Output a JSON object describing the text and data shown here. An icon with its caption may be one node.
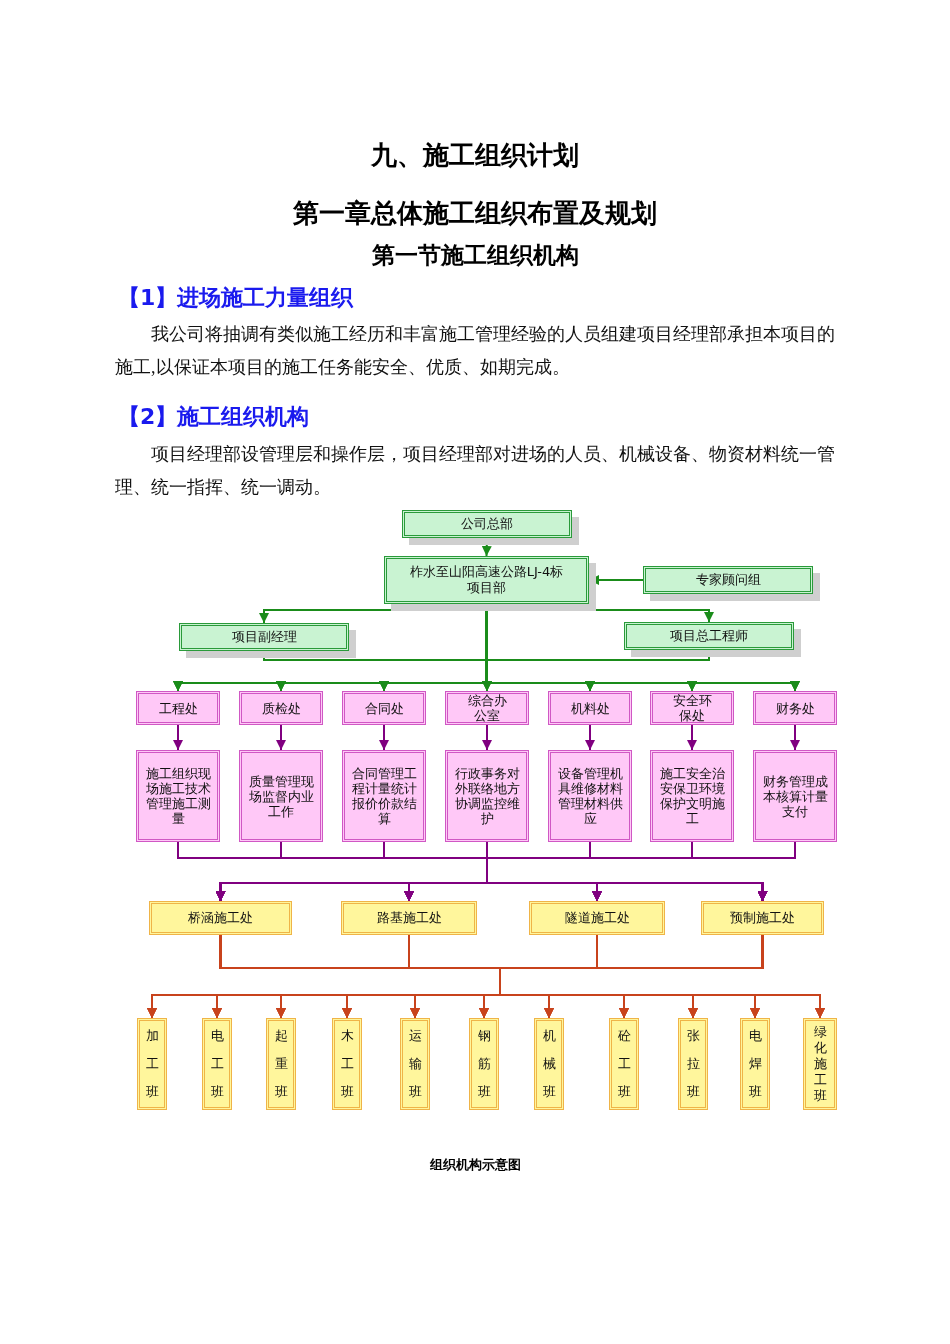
{
  "diagram": {
    "title": "九、施工组织计划",
    "labels": [
      "第一章总体施工组织布置及规划",
      "第一节施工组织机构",
      "【1】进场施工力量组织",
      "我公司将抽调有类似施工经历和丰富施工管理经验的人员组建项目经理部承担本项目的施工,以保证本项目的施工任务能安全、优质、如期完成。",
      "【2】施工组织机构",
      "项目经理部设管理层和操作层，项目经理部对进场的人员、机械设备、物资材料统一管理、统一指挥、统一调动。"
    ],
    "caption": "组织机构示意图",
    "nodes": [
      {
        "text": [
          "公司总部"
        ]
      },
      {
        "text": [
          "柞水至山阳高速公路LJ-4标项目部"
        ]
      },
      {
        "text": [
          "专家顾问组"
        ]
      },
      {
        "text": [
          "项目副经理"
        ]
      },
      {
        "text": [
          "项目总工程师"
        ]
      },
      {
        "text": [
          "工程处"
        ]
      },
      {
        "text": [
          "质检处"
        ]
      },
      {
        "text": [
          "合同处"
        ]
      },
      {
        "text": [
          "综合办公室"
        ]
      },
      {
        "text": [
          "机料处"
        ]
      },
      {
        "text": [
          "安全环保处"
        ]
      },
      {
        "text": [
          "财务处"
        ]
      },
      {
        "text": [
          "施工组织现场施工技术管理施工测量"
        ]
      },
      {
        "text": [
          "质量管理现场监督内业工作"
        ]
      },
      {
        "text": [
          "合同管理工程计量统计报价价款结算"
        ]
      },
      {
        "text": [
          "行政事务对外联络地方协调监控维护"
        ]
      },
      {
        "text": [
          "设备管理机具维修材料管理材料供应"
        ]
      },
      {
        "text": [
          "施工安全治安保卫环境保护文明施工"
        ]
      },
      {
        "text": [
          "财务管理成本核算计量支付"
        ]
      },
      {
        "text": [
          "桥涵施工处"
        ]
      },
      {
        "text": [
          "路基施工处"
        ]
      },
      {
        "text": [
          "隧道施工处"
        ]
      },
      {
        "text": [
          "预制施工处"
        ]
      },
      {
        "text": [
          "加工班"
        ]
      },
      {
        "text": [
          "电工班"
        ]
      },
      {
        "text": [
          "起重班"
        ]
      },
      {
        "text": [
          "木工班"
        ]
      },
      {
        "text": [
          "运输班"
        ]
      },
      {
        "text": [
          "钢筋班"
        ]
      },
      {
        "text": [
          "机械班"
        ]
      },
      {
        "text": [
          "砼工班"
        ]
      },
      {
        "text": [
          "张拉班"
        ]
      },
      {
        "text": [
          "电焊班"
        ]
      },
      {
        "text": [
          "绿化施工班"
        ]
      }
    ],
    "edges": [
      {
        "from": 0,
        "to": 1,
        "arrow": "to",
        "color": "#1a8c1a"
      },
      {
        "from": 2,
        "to": 1,
        "arrow": "to",
        "color": "#1a8c1a"
      },
      {
        "from": 1,
        "to": 3,
        "arrow": "to",
        "color": "#1a8c1a"
      },
      {
        "from": 1,
        "to": 4,
        "arrow": "to",
        "color": "#1a8c1a"
      },
      {
        "from": 1,
        "to": 5,
        "arrow": "to",
        "color": "#1a8c1a"
      },
      {
        "from": 1,
        "to": 6,
        "arrow": "to",
        "color": "#1a8c1a"
      },
      {
        "from": 1,
        "to": 7,
        "arrow": "to",
        "color": "#1a8c1a"
      },
      {
        "from": 1,
        "to": 8,
        "arrow": "to",
        "color": "#1a8c1a"
      },
      {
        "from": 1,
        "to": 9,
        "arrow": "to",
        "color": "#1a8c1a"
      },
      {
        "from": 1,
        "to": 10,
        "arrow": "to",
        "color": "#1a8c1a"
      },
      {
        "from": 1,
        "to": 11,
        "arrow": "to",
        "color": "#1a8c1a"
      },
      {
        "from": 3,
        "to": 5,
        "arrow": "to",
        "color": "#1a8c1a"
      },
      {
        "from": 3,
        "to": 6,
        "arrow": "to",
        "color": "#1a8c1a"
      },
      {
        "from": 3,
        "to": 7,
        "arrow": "to",
        "color": "#1a8c1a"
      },
      {
        "from": 3,
        "to": 8,
        "arrow": "to",
        "color": "#1a8c1a"
      },
      {
        "from": 3,
        "to": 9,
        "arrow": "to",
        "color": "#1a8c1a"
      },
      {
        "from": 3,
        "to": 10,
        "arrow": "to",
        "color": "#1a8c1a"
      },
      {
        "from": 3,
        "to": 11,
        "arrow": "to",
        "color": "#1a8c1a"
      },
      {
        "from": 4,
        "to": 5,
        "arrow": "to",
        "color": "#1a8c1a"
      },
      {
        "from": 4,
        "to": 6,
        "arrow": "to",
        "color": "#1a8c1a"
      },
      {
        "from": 4,
        "to": 7,
        "arrow": "to",
        "color": "#1a8c1a"
      },
      {
        "from": 4,
        "to": 8,
        "arrow": "to",
        "color": "#1a8c1a"
      },
      {
        "from": 4,
        "to": 9,
        "arrow": "to",
        "color": "#1a8c1a"
      },
      {
        "from": 4,
        "to": 10,
        "arrow": "to",
        "color": "#1a8c1a"
      },
      {
        "from": 4,
        "to": 11,
        "arrow": "to",
        "color": "#1a8c1a"
      },
      {
        "from": 5,
        "to": 12,
        "arrow": "to",
        "color": "#800080"
      },
      {
        "from": 6,
        "to": 13,
        "arrow": "to",
        "color": "#800080"
      },
      {
        "from": 7,
        "to": 14,
        "arrow": "to",
        "color": "#800080"
      },
      {
        "from": 8,
        "to": 15,
        "arrow": "to",
        "color": "#800080"
      },
      {
        "from": 9,
        "to": 16,
        "arrow": "to",
        "color": "#800080"
      },
      {
        "from": 10,
        "to": 17,
        "arrow": "to",
        "color": "#800080"
      },
      {
        "from": 11,
        "to": 18,
        "arrow": "to",
        "color": "#800080"
      },
      {
        "from": 12,
        "to": 19,
        "arrow": "to",
        "color": "#800080"
      },
      {
        "from": 12,
        "to": 20,
        "arrow": "to",
        "color": "#800080"
      },
      {
        "from": 12,
        "to": 21,
        "arrow": "to",
        "color": "#800080"
      },
      {
        "from": 12,
        "to": 22,
        "arrow": "to",
        "color": "#800080"
      },
      {
        "from": 13,
        "to": 19,
        "arrow": "to",
        "color": "#800080"
      },
      {
        "from": 13,
        "to": 20,
        "arrow": "to",
        "color": "#800080"
      },
      {
        "from": 13,
        "to": 21,
        "arrow": "to",
        "color": "#800080"
      },
      {
        "from": 13,
        "to": 22,
        "arrow": "to",
        "color": "#800080"
      },
      {
        "from": 14,
        "to": 19,
        "arrow": "to",
        "color": "#800080"
      },
      {
        "from": 14,
        "to": 20,
        "arrow": "to",
        "color": "#800080"
      },
      {
        "from": 14,
        "to": 21,
        "arrow": "to",
        "color": "#800080"
      },
      {
        "from": 14,
        "to": 22,
        "arrow": "to",
        "color": "#800080"
      },
      {
        "from": 15,
        "to": 19,
        "arrow": "to",
        "color": "#800080"
      },
      {
        "from": 15,
        "to": 20,
        "arrow": "to",
        "color": "#800080"
      },
      {
        "from": 15,
        "to": 21,
        "arrow": "to",
        "color": "#800080"
      },
      {
        "from": 15,
        "to": 22,
        "arrow": "to",
        "color": "#800080"
      },
      {
        "from": 16,
        "to": 19,
        "arrow": "to",
        "color": "#800080"
      },
      {
        "from": 16,
        "to": 20,
        "arrow": "to",
        "color": "#800080"
      },
      {
        "from": 16,
        "to": 21,
        "arrow": "to",
        "color": "#800080"
      },
      {
        "from": 16,
        "to": 22,
        "arrow": "to",
        "color": "#800080"
      },
      {
        "from": 17,
        "to": 19,
        "arrow": "to",
        "color": "#800080"
      },
      {
        "from": 17,
        "to": 20,
        "arrow": "to",
        "color": "#800080"
      },
      {
        "from": 17,
        "to": 21,
        "arrow": "to",
        "color": "#800080"
      },
      {
        "from": 17,
        "to": 22,
        "arrow": "to",
        "color": "#800080"
      },
      {
        "from": 18,
        "to": 19,
        "arrow": "to",
        "color": "#800080"
      },
      {
        "from": 18,
        "to": 20,
        "arrow": "to",
        "color": "#800080"
      },
      {
        "from": 18,
        "to": 21,
        "arrow": "to",
        "color": "#800080"
      },
      {
        "from": 18,
        "to": 22,
        "arrow": "to",
        "color": "#800080"
      },
      {
        "from": 19,
        "to": 23,
        "arrow": "to"
      },
      {
        "from": 19,
        "to": 24,
        "arrow": "to"
      },
      {
        "from": 19,
        "to": 25,
        "arrow": "to"
      },
      {
        "from": 19,
        "to": 26,
        "arrow": "to"
      },
      {
        "from": 19,
        "to": 27,
        "arrow": "to"
      },
      {
        "from": 19,
        "to": 28,
        "arrow": "to"
      },
      {
        "from": 19,
        "to": 29,
        "arrow": "to"
      },
      {
        "from": 19,
        "to": 30,
        "arrow": "to"
      },
      {
        "from": 19,
        "to": 31,
        "arrow": "to"
      },
      {
        "from": 19,
        "to": 32,
        "arrow": "to"
      },
      {
        "from": 19,
        "to": 33,
        "arrow": "to"
      },
      {
        "from": 20,
        "to": 23,
        "arrow": "to"
      },
      {
        "from": 20,
        "to": 24,
        "arrow": "to"
      },
      {
        "from": 20,
        "to": 25,
        "arrow": "to"
      },
      {
        "from": 20,
        "to": 26,
        "arrow": "to"
      },
      {
        "from": 20,
        "to": 27,
        "arrow": "to"
      },
      {
        "from": 20,
        "to": 28,
        "arrow": "to"
      },
      {
        "from": 20,
        "to": 29,
        "arrow": "to"
      },
      {
        "from": 20,
        "to": 30,
        "arrow": "to"
      },
      {
        "from": 20,
        "to": 31,
        "arrow": "to"
      },
      {
        "from": 20,
        "to": 32,
        "arrow": "to"
      },
      {
        "from": 20,
        "to": 33,
        "arrow": "to"
      },
      {
        "from": 21,
        "to": 23,
        "arrow": "to"
      },
      {
        "from": 21,
        "to": 24,
        "arrow": "to"
      },
      {
        "from": 21,
        "to": 25,
        "arrow": "to"
      },
      {
        "from": 21,
        "to": 26,
        "arrow": "to"
      },
      {
        "from": 21,
        "to": 27,
        "arrow": "to"
      },
      {
        "from": 21,
        "to": 28,
        "arrow": "to"
      },
      {
        "from": 21,
        "to": 29,
        "arrow": "to"
      },
      {
        "from": 21,
        "to": 30,
        "arrow": "to"
      },
      {
        "from": 21,
        "to": 31,
        "arrow": "to"
      },
      {
        "from": 21,
        "to": 32,
        "arrow": "to"
      },
      {
        "from": 21,
        "to": 33,
        "arrow": "to"
      },
      {
        "from": 22,
        "to": 23,
        "arrow": "to"
      },
      {
        "from": 22,
        "to": 24,
        "arrow": "to"
      },
      {
        "from": 22,
        "to": 25,
        "arrow": "to"
      },
      {
        "from": 22,
        "to": 26,
        "arrow": "to"
      },
      {
        "from": 22,
        "to": 27,
        "arrow": "to"
      },
      {
        "from": 22,
        "to": 28,
        "arrow": "to"
      },
      {
        "from": 22,
        "to": 29,
        "arrow": "to"
      },
      {
        "from": 22,
        "to": 30,
        "arrow": "to"
      },
      {
        "from": 22,
        "to": 31,
        "arrow": "to"
      },
      {
        "from": 22,
        "to": 32,
        "arrow": "to"
      },
      {
        "from": 22,
        "to": 33,
        "arrow": "to"
      }
    ]
  }
}
